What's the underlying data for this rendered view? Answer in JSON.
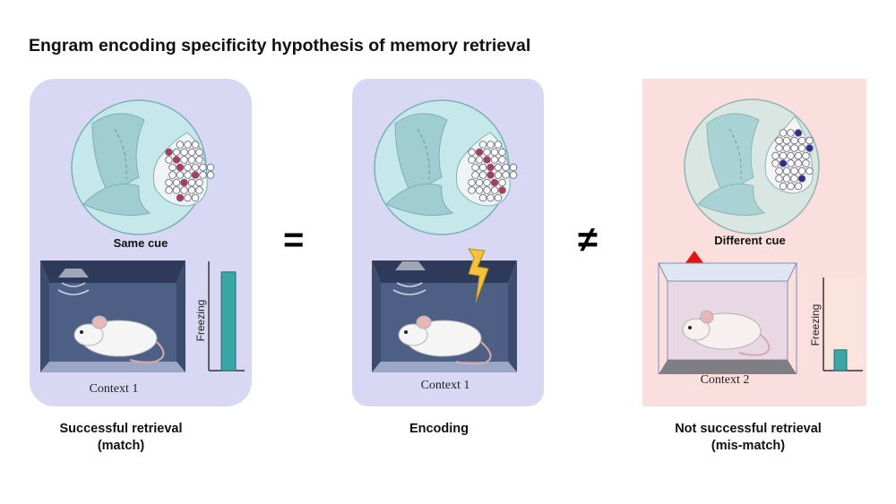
{
  "title": "Engram encoding specificity hypothesis of memory retrieval",
  "symbols": {
    "equals": "=",
    "not_equals": "≠"
  },
  "panels": {
    "retrieval": {
      "cue": "Same cue",
      "context": "Context 1",
      "freezing_label": "Freezing",
      "freezing_level": 0.95,
      "caption_line1": "Successful retrieval",
      "caption_line2": "(match)"
    },
    "encoding": {
      "context": "Context 1",
      "caption_line1": "Encoding"
    },
    "mismatch": {
      "cue": "Different cue",
      "context": "Context 2",
      "freezing_label": "Freezing",
      "freezing_level": 0.2,
      "caption_line1": "Not successful retrieval",
      "caption_line2": "(mis-match)"
    }
  },
  "colors": {
    "match_bg": "#d9d8f4",
    "mismatch_bg": "#fbdfdf",
    "engram_cell": "#b8365a",
    "mismatch_cell": "#2a2a9a",
    "cue_triangle": "#e01616",
    "bar_fill": "#3aa6a6"
  }
}
